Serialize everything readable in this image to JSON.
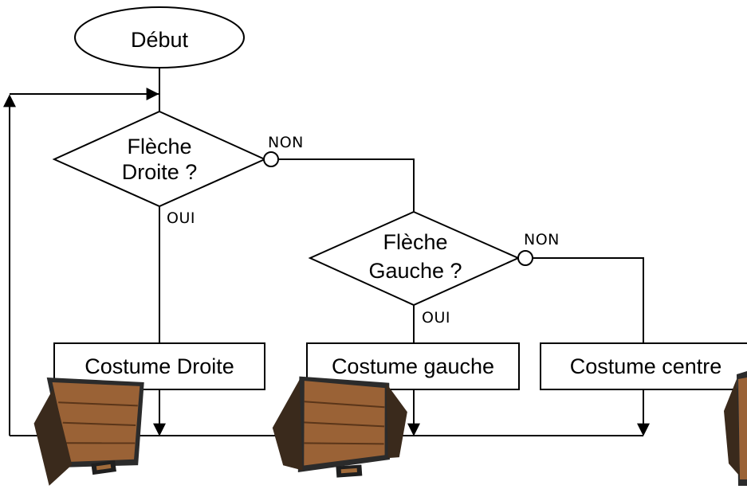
{
  "flowchart": {
    "start": "Début",
    "decision_right": [
      "Flèche",
      "Droite ?"
    ],
    "decision_left": [
      "Flèche",
      "Gauche ?"
    ],
    "no_label": "NON",
    "yes_label": "OUI",
    "box_right": "Costume Droite",
    "box_left": "Costume gauche",
    "box_center": "Costume centre"
  },
  "colors": {
    "line": "#000000",
    "background": "#ffffff",
    "wood_light": "#9a6236",
    "wood_dark": "#5a3519",
    "frame": "#2b2b2b"
  }
}
